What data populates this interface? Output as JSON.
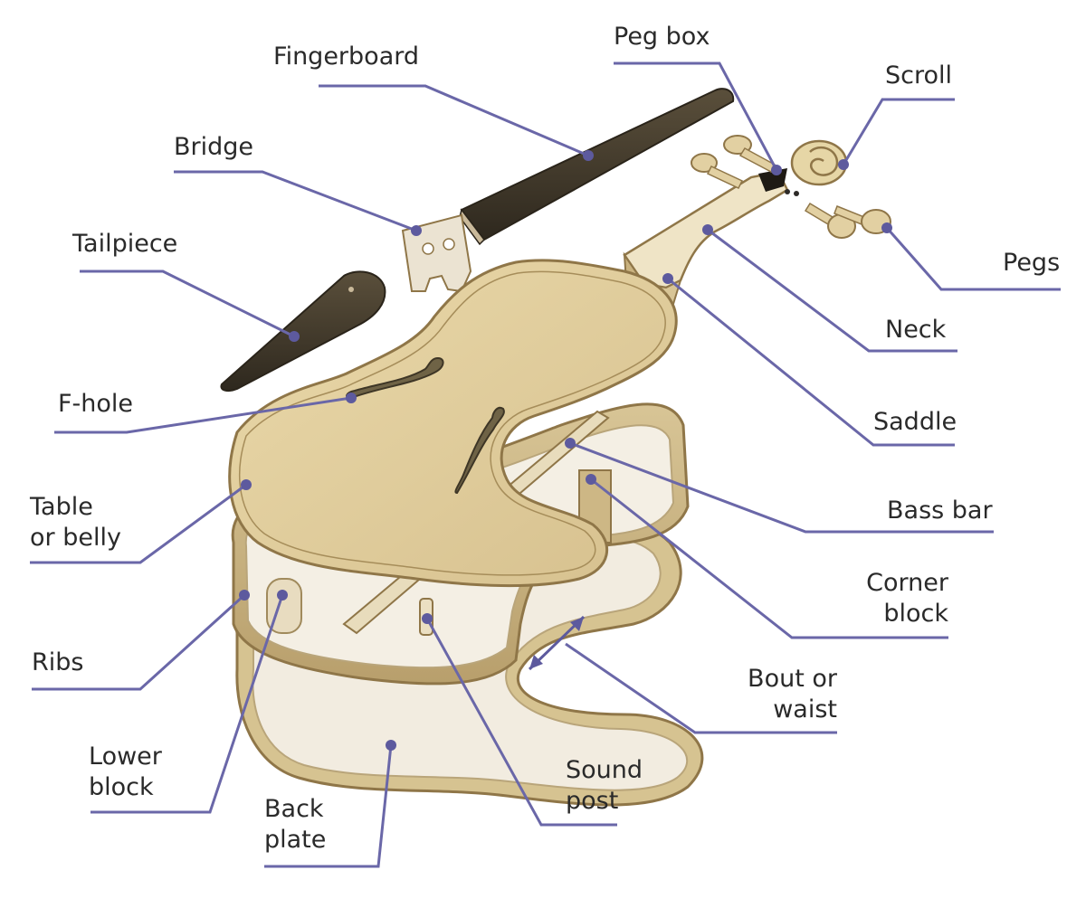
{
  "colors": {
    "leader": "#6a67a8",
    "dot": "#5d5a9e",
    "wood_light": "#e3d3a4",
    "wood_mid": "#cdb785",
    "wood_edge": "#8f7648",
    "ebony": "#4f4533",
    "ebony_dark": "#2f291e",
    "inner": "#f3ede2"
  },
  "labels": {
    "fingerboard": "Fingerboard",
    "peg_box": "Peg box",
    "scroll": "Scroll",
    "bridge": "Bridge",
    "tailpiece": "Tailpiece",
    "pegs": "Pegs",
    "neck": "Neck",
    "f_hole": "F-hole",
    "saddle": "Saddle",
    "table_l1": "Table",
    "table_l2": "or belly",
    "bass_bar": "Bass bar",
    "corner_l1": "Corner",
    "corner_l2": "block",
    "ribs": "Ribs",
    "bout_l1": "Bout or",
    "bout_l2": "waist",
    "lower_l1": "Lower",
    "lower_l2": "block",
    "sound_l1": "Sound",
    "sound_l2": "post",
    "back_l1": "Back",
    "back_l2": "plate"
  }
}
